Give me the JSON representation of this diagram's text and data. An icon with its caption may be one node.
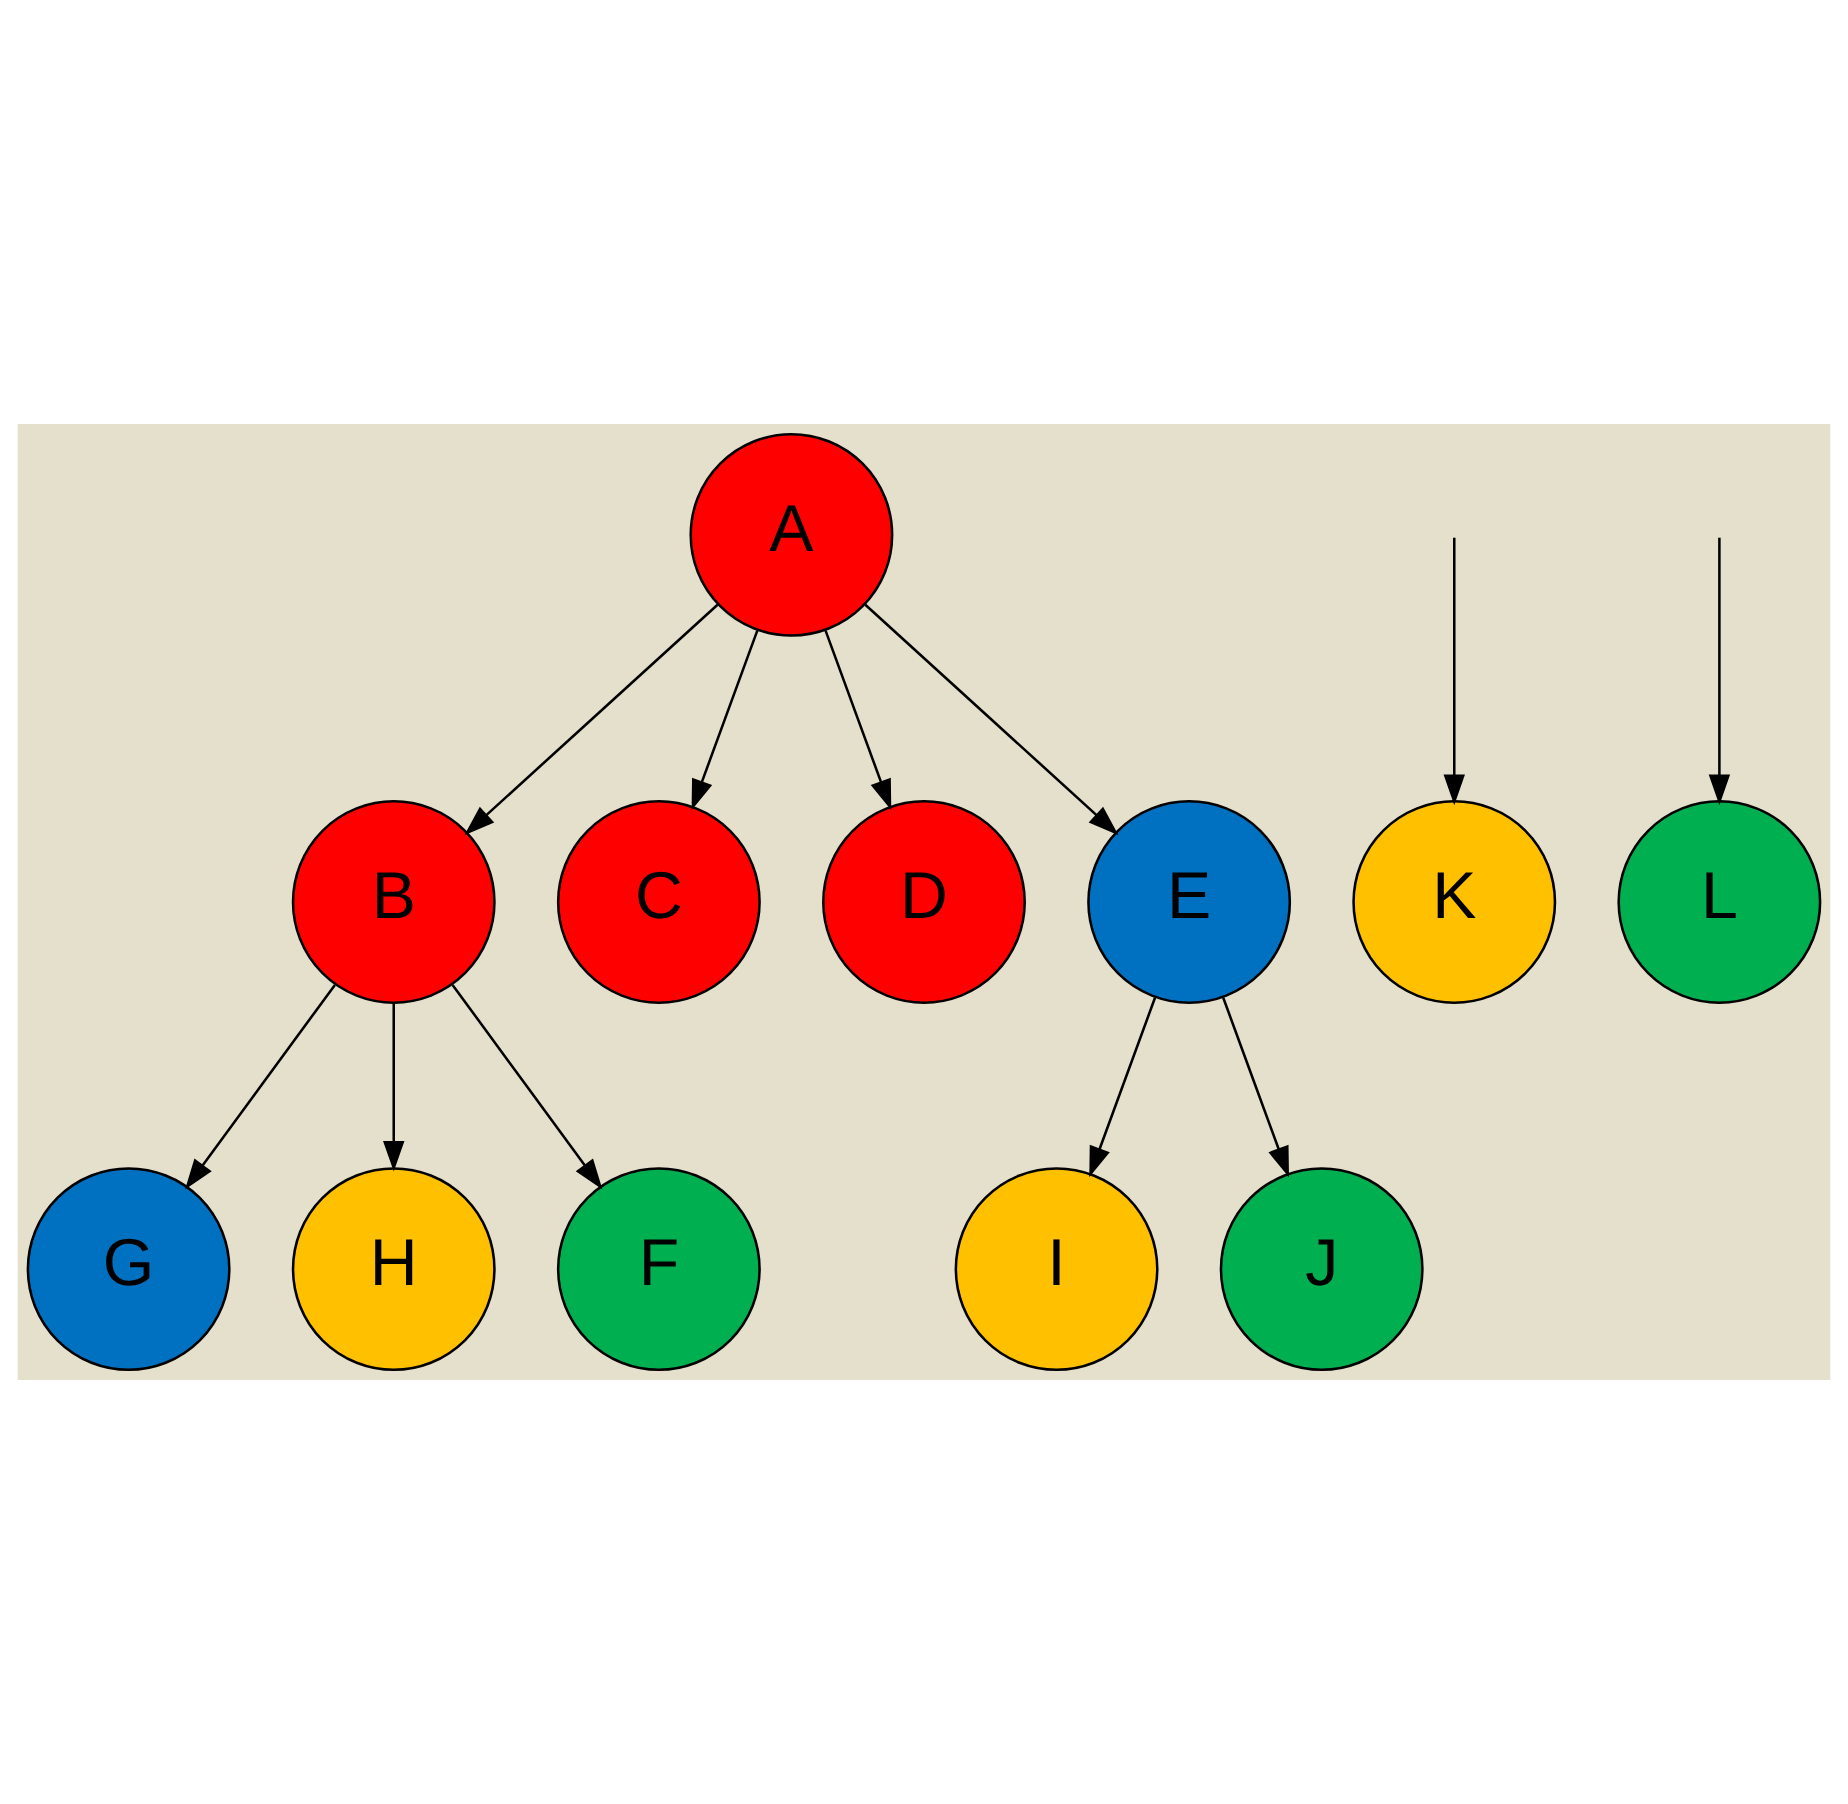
{
  "diagram": {
    "nodes": [
      {
        "text": [
          "A"
        ]
      },
      {
        "text": [
          "B"
        ]
      },
      {
        "text": [
          "C"
        ]
      },
      {
        "text": [
          "D"
        ]
      },
      {
        "text": [
          "E"
        ]
      },
      {
        "text": [
          "G"
        ]
      },
      {
        "text": [
          "H"
        ]
      },
      {
        "text": [
          "F"
        ]
      },
      {
        "text": [
          "I"
        ]
      },
      {
        "text": [
          "J"
        ]
      },
      {
        "text": [
          "K"
        ]
      },
      {
        "text": [
          "L"
        ]
      }
    ],
    "edges": [
      {
        "from": 0,
        "to": 1,
        "arrow": "to"
      },
      {
        "from": 0,
        "to": 2,
        "arrow": "to"
      },
      {
        "from": 0,
        "to": 3,
        "arrow": "to"
      },
      {
        "from": 0,
        "to": 4,
        "arrow": "to"
      },
      {
        "from": 1,
        "to": 5,
        "arrow": "to"
      },
      {
        "from": 1,
        "to": 6,
        "arrow": "to"
      },
      {
        "from": 1,
        "to": 7,
        "arrow": "to"
      },
      {
        "from": 4,
        "to": 8,
        "arrow": "to"
      },
      {
        "from": 4,
        "to": 9,
        "arrow": "to"
      },
      {
        "from": null,
        "to": 10,
        "arrow": "to"
      },
      {
        "from": null,
        "to": 11,
        "arrow": "to"
      }
    ]
  }
}
